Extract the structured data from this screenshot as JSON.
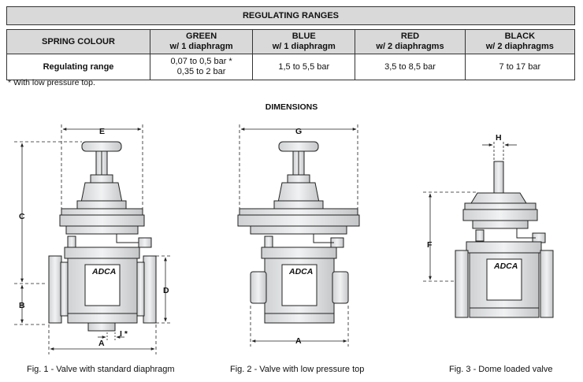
{
  "table": {
    "title": "REGULATING RANGES",
    "header_label": "SPRING COLOUR",
    "columns": [
      {
        "name": "GREEN",
        "sub": "w/ 1 diaphragm"
      },
      {
        "name": "BLUE",
        "sub": "w/ 1 diaphragm"
      },
      {
        "name": "RED",
        "sub": "w/ 2 diaphragms"
      },
      {
        "name": "BLACK",
        "sub": "w/ 2 diaphragms"
      }
    ],
    "row_label": "Regulating range",
    "values": [
      {
        "line1": "0,07 to 0,5 bar *",
        "line2": "0,35 to 2 bar"
      },
      {
        "line1": "1,5 to 5,5 bar",
        "line2": ""
      },
      {
        "line1": "3,5 to 8,5 bar",
        "line2": ""
      },
      {
        "line1": "7 to 17 bar",
        "line2": ""
      }
    ],
    "footnote": "* With low pressure top."
  },
  "dimensions": {
    "title": "DIMENSIONS",
    "labels": {
      "E": "E",
      "C": "C",
      "B": "B",
      "D": "D",
      "A1": "A",
      "I": "I *",
      "G": "G",
      "A2": "A",
      "H": "H",
      "F": "F"
    },
    "brand": "ADCA",
    "captions": [
      "Fig. 1 - Valve with standard diaphragm",
      "Fig. 2 - Valve with low pressure top",
      "Fig. 3 - Dome loaded valve"
    ]
  }
}
